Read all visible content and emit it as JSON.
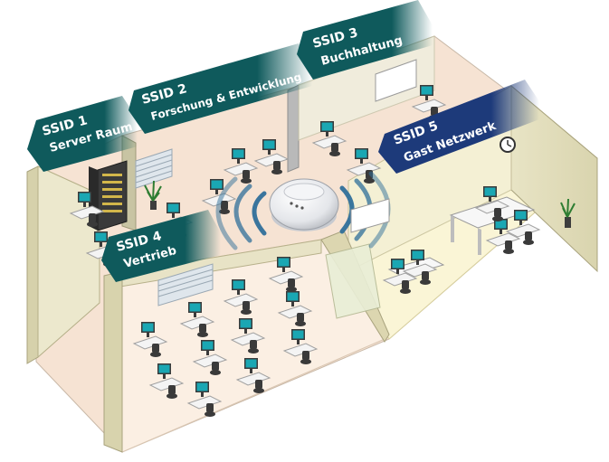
{
  "zones": [
    {
      "id": "ssid1",
      "line1": "SSID 1",
      "line2": "Server Raum",
      "color": "#0f5a5c"
    },
    {
      "id": "ssid2",
      "line1": "SSID 2",
      "line2": "Forschung & Entwicklung",
      "color": "#0f5a5c"
    },
    {
      "id": "ssid3",
      "line1": "SSID 3",
      "line2": "Buchhaltung",
      "color": "#0f5a5c"
    },
    {
      "id": "ssid4",
      "line1": "SSID 4",
      "line2": "Vertrieb",
      "color": "#0f5a5c"
    },
    {
      "id": "ssid5",
      "line1": "SSID 5",
      "line2": "Gast Netzwerk",
      "color": "#1d3a7a"
    }
  ],
  "colors": {
    "floor_main": "#f6e3d3",
    "floor_guest": "#faf5d6",
    "wall_light": "#e6e2c2",
    "wall_top": "#cfcaa4",
    "wifi_wave": "#2f6f9a",
    "monitor_screen": "#1aa7b3",
    "chair": "#3a3a3a"
  },
  "icons": {
    "access_point": "access-point-icon",
    "server_rack": "server-rack-icon",
    "workstation": "workstation-icon",
    "wall_clock": "wall-clock-icon",
    "plant": "plant-icon"
  }
}
